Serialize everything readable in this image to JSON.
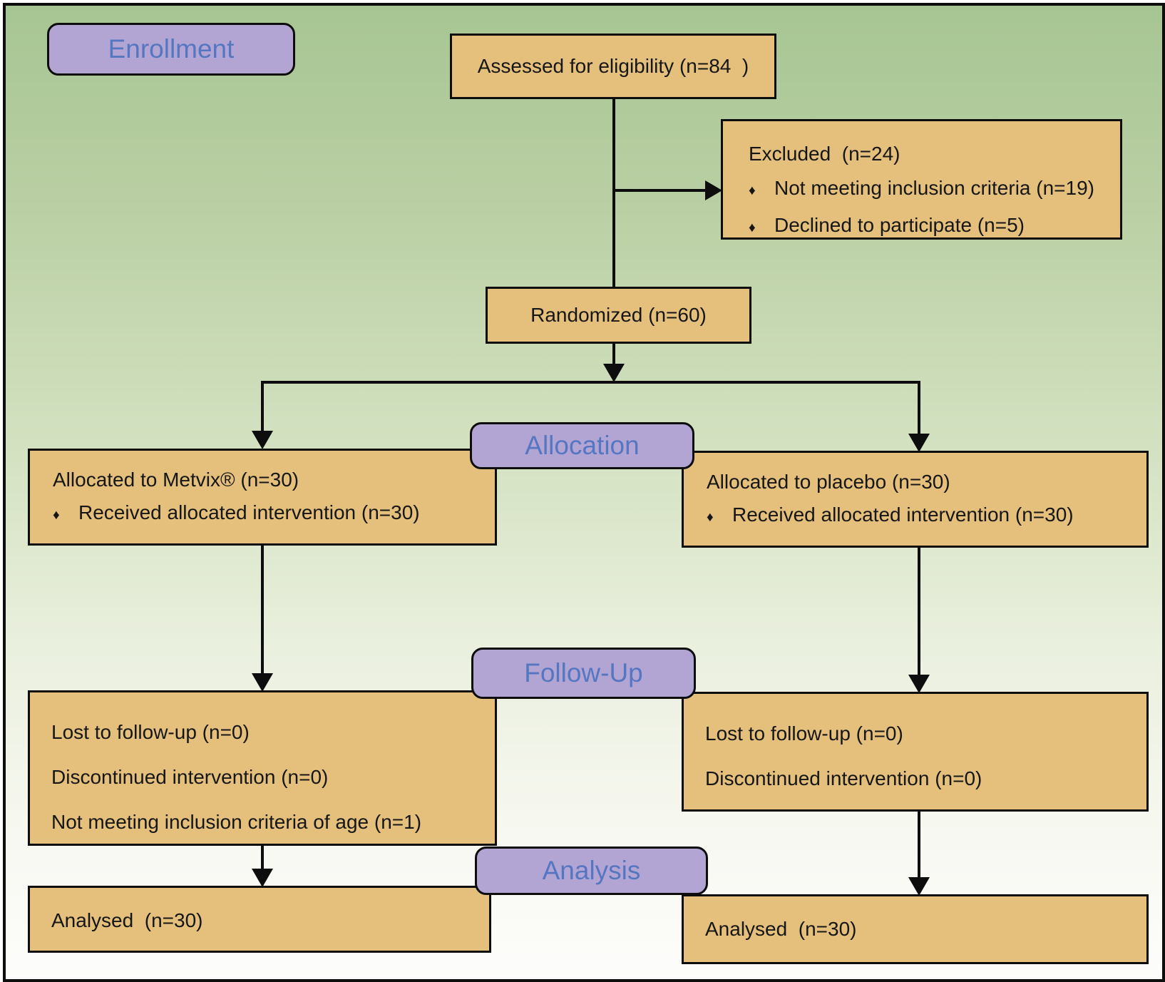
{
  "diagram": {
    "bullet": "♦",
    "stages": {
      "enrollment": "Enrollment",
      "allocation": "Allocation",
      "followup": "Follow-Up",
      "analysis": "Analysis"
    },
    "assessed": {
      "text": "Assessed for eligibility (n=84  )"
    },
    "excluded": {
      "title": "Excluded  (n=24)",
      "items": [
        "Not meeting inclusion criteria (n=19)",
        "Declined to participate (n=5)"
      ]
    },
    "randomized": {
      "text": "Randomized (n=60)"
    },
    "alloc_left": {
      "title": "Allocated to Metvix® (n=30)",
      "items": [
        "Received allocated intervention (n=30)"
      ]
    },
    "alloc_right": {
      "title": "Allocated to placebo (n=30)",
      "items": [
        "Received allocated intervention (n=30)"
      ]
    },
    "fu_left": {
      "lines": [
        "Lost to follow-up (n=0)",
        "Discontinued intervention (n=0)",
        "Not meeting inclusion criteria of age (n=1)"
      ]
    },
    "fu_right": {
      "lines": [
        "Lost to follow-up (n=0)",
        "Discontinued intervention (n=0)"
      ]
    },
    "an_left": {
      "text": "Analysed  (n=30)"
    },
    "an_right": {
      "text": "Analysed  (n=30)"
    },
    "colors": {
      "box_fill": "#e5c07d",
      "stage_fill": "#b2a5d4",
      "stage_text": "#5576c0",
      "line": "#0d0d0d",
      "bg_top": "#a7c593",
      "bg_bottom": "#fdfdfb"
    }
  }
}
